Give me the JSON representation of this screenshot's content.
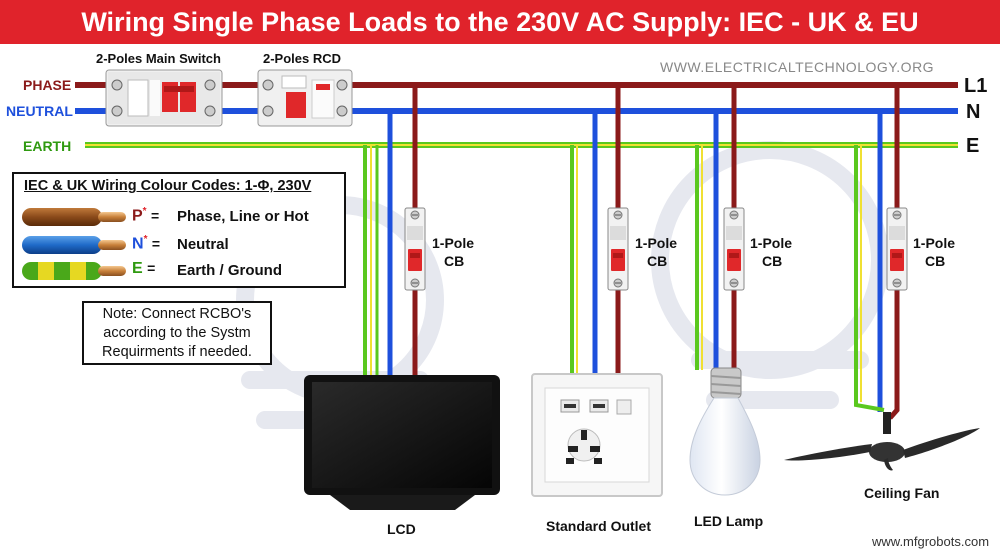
{
  "title": "Wiring Single Phase Loads to the 230V AC Supply: IEC - UK & EU",
  "website": "WWW.ELECTRICALTECHNOLOGY.ORG",
  "watermark": "www.mfgrobots.com",
  "colors": {
    "phase": "#8b1a1a",
    "neutral": "#1e50dc",
    "earth_green": "#5ac81e",
    "earth_yellow": "#f0e032",
    "title_bg": "#e0232b",
    "breaker_red": "#e0282a"
  },
  "busbars": {
    "phase_label": "PHASE",
    "neutral_label": "NEUTRAL",
    "earth_label": "EARTH",
    "phase_id": "L1",
    "neutral_id": "N",
    "earth_id": "E"
  },
  "devices": {
    "main_switch_label": "2-Poles Main Switch",
    "rcd_label": "2-Poles RCD",
    "cb_label_line1": "1-Pole",
    "cb_label_line2": "CB"
  },
  "legend": {
    "title": "IEC & UK Wiring Colour Codes: 1-Φ, 230V",
    "rows": [
      {
        "letter": "P",
        "star": "*",
        "eq": "=",
        "desc": "Phase, Line or  Hot",
        "cable": "brown"
      },
      {
        "letter": "N",
        "star": "*",
        "eq": "=",
        "desc": "Neutral",
        "cable": "blue"
      },
      {
        "letter": "E",
        "star": "",
        "eq": "=",
        "desc": "Earth / Ground",
        "cable": "green-yellow"
      }
    ]
  },
  "note": {
    "line1": "Note: Connect RCBO's",
    "line2": "according to the Systm",
    "line3": "Requirments if needed."
  },
  "loads": {
    "lcd": "LCD",
    "outlet": "Standard Outlet",
    "lamp": "LED Lamp",
    "fan": "Ceiling Fan"
  }
}
